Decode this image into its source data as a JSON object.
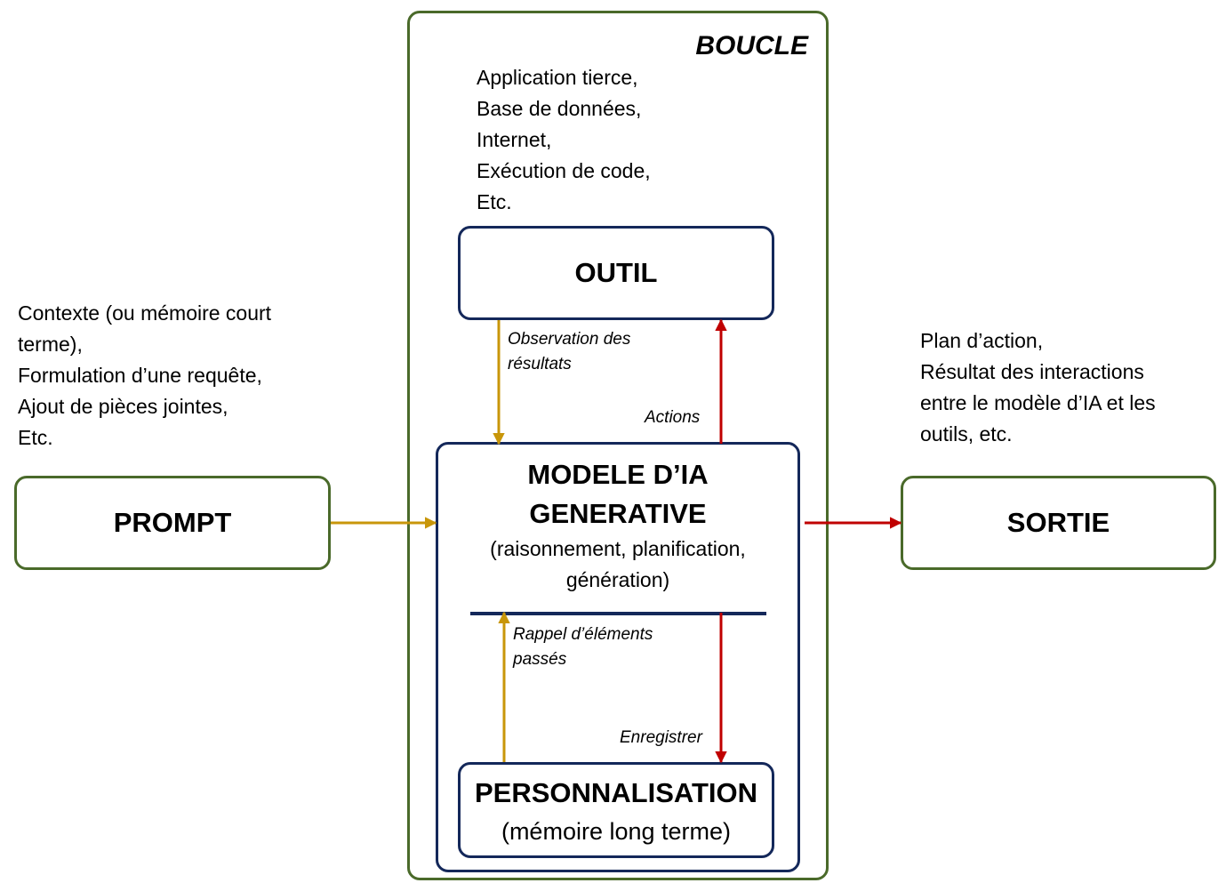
{
  "loop": {
    "title": "BOUCLE"
  },
  "tool_notes": [
    "Application tierce,",
    "Base de données,",
    "Internet,",
    "Exécution de code,",
    "Etc."
  ],
  "prompt_notes": [
    "Contexte (ou mémoire court",
    "terme),",
    "Formulation d’une requête,",
    "Ajout de pièces jointes,",
    "Etc."
  ],
  "output_notes": [
    "Plan d’action,",
    "Résultat des interactions",
    "entre le modèle d’IA et les",
    "outils, etc."
  ],
  "boxes": {
    "tool": "OUTIL",
    "prompt": "PROMPT",
    "output": "SORTIE",
    "model_title_line1": "MODELE D’IA",
    "model_title_line2": "GENERATIVE",
    "model_sub_line1": "(raisonnement, planification,",
    "model_sub_line2": "génération)",
    "personalization_title": "PERSONNALISATION",
    "personalization_sub": "(mémoire long terme)"
  },
  "arrow_labels": {
    "observation_line1": "Observation des",
    "observation_line2": "résultats",
    "actions": "Actions",
    "recall_line1": "Rappel d’éléments",
    "recall_line2": "passés",
    "save": "Enregistrer"
  },
  "colors": {
    "green_border": "#4a6a2a",
    "navy_border": "#14285a",
    "gold_arrow": "#c8960a",
    "red_arrow": "#c00000"
  }
}
